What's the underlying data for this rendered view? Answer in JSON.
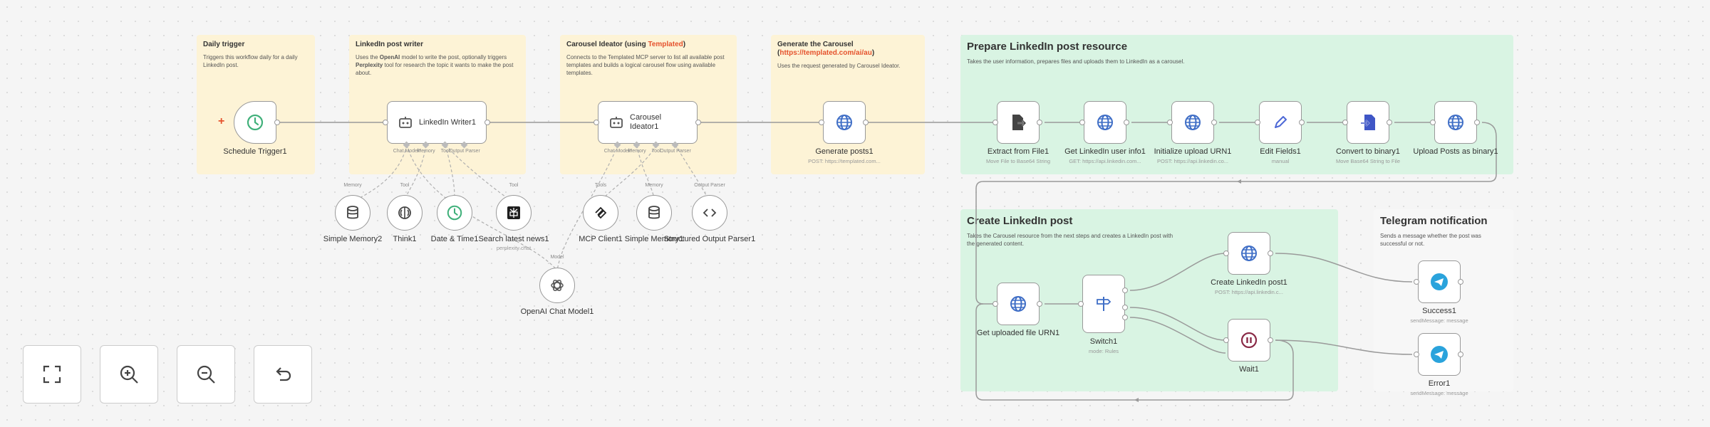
{
  "stickies": [
    {
      "id": "daily",
      "title": "Daily trigger",
      "body": "Triggers this workflow daily for a daily LinkedIn post."
    },
    {
      "id": "writer",
      "title": "LinkedIn post writer",
      "body_pre": "Uses the ",
      "body_b1": "OpenAI",
      "body_mid": " model to write the post, optionally triggers ",
      "body_b2": "Perplexity",
      "body_post": " tool for research the topic it wants to make the post about."
    },
    {
      "id": "ideator",
      "title_pre": "Carousel Ideator (using ",
      "title_link": "Templated",
      "title_post": ")",
      "body": "Connects to the Templated MCP server to list all available post templates and builds a logical carousel flow using available templates."
    },
    {
      "id": "gen",
      "title_pre": "Generate the Carousel (",
      "title_link": "https://templated.com/ai/au",
      "title_post": ")",
      "body": "Uses the request generated by Carousel Ideator."
    },
    {
      "id": "prepare",
      "title": "Prepare LinkedIn post resource",
      "body": "Takes the user information, prepares files and uploads them to LinkedIn as a carousel."
    },
    {
      "id": "create",
      "title": "Create LinkedIn post",
      "body": "Takes the Carousel resource from the next steps and creates a LinkedIn post with the generated content."
    },
    {
      "id": "telegram",
      "title": "Telegram notification",
      "body": "Sends a message whether the post was successful or not."
    }
  ],
  "nodes": {
    "schedule": {
      "label": "Schedule Trigger1",
      "icon": "clock-icon"
    },
    "writer": {
      "label": "LinkedIn Writer1",
      "icon": "robot-icon"
    },
    "ideator": {
      "label": "Carousel Ideator1",
      "icon": "robot-icon"
    },
    "generate": {
      "label": "Generate posts1",
      "sub": "POST: https://templated.com...",
      "icon": "globe-icon"
    },
    "extract": {
      "label": "Extract from File1",
      "sub": "Move File to Base64 String",
      "icon": "file-export-icon"
    },
    "userinfo": {
      "label": "Get LinkedIn user info1",
      "sub": "GET: https://api.linkedin.com...",
      "icon": "globe-icon"
    },
    "initupload": {
      "label": "Initialize upload URN1",
      "sub": "POST: https://api.linkedin.co...",
      "icon": "globe-icon"
    },
    "editfields": {
      "label": "Edit Fields1",
      "sub": "manual",
      "icon": "pencil-icon"
    },
    "tobinary": {
      "label": "Convert to binary1",
      "sub": "Move Base64 String to File",
      "icon": "file-import-icon"
    },
    "uploadposts": {
      "label": "Upload Posts as binary1",
      "icon": "globe-icon"
    },
    "geturn": {
      "label": "Get uploaded file URN1",
      "icon": "globe-icon"
    },
    "switch": {
      "label": "Switch1",
      "sub": "mode: Rules",
      "icon": "signpost-icon"
    },
    "createpost": {
      "label": "Create LinkedIn post1",
      "sub": "POST: https://api.linkedin.c...",
      "icon": "globe-icon"
    },
    "wait": {
      "label": "Wait1",
      "icon": "pause-icon"
    },
    "success": {
      "label": "Success1",
      "sub": "sendMessage: message",
      "icon": "telegram-icon"
    },
    "error": {
      "label": "Error1",
      "sub": "sendMessage: message",
      "icon": "telegram-icon"
    },
    "memory2": {
      "label": "Simple Memory2",
      "icon": "database-icon"
    },
    "think": {
      "label": "Think1",
      "icon": "brain-icon"
    },
    "datetime": {
      "label": "Date & Time1",
      "icon": "clock-icon"
    },
    "search": {
      "label": "Search latest news1",
      "sub": "perplexity chat",
      "icon": "perplexity-icon"
    },
    "openai": {
      "label": "OpenAI Chat Model1",
      "icon": "openai-icon"
    },
    "mcp": {
      "label": "MCP Client1",
      "icon": "mcp-icon"
    },
    "memory1": {
      "label": "Simple Memory1",
      "icon": "database-icon"
    },
    "parser": {
      "label": "Structured Output Parser1",
      "icon": "code-icon"
    }
  },
  "sub_ports": {
    "writer": [
      "Chat Model*",
      "Memory",
      "Tool",
      "Output Parser"
    ],
    "ideator": [
      "Chat Model*",
      "Memory",
      "Tool",
      "Output Parser"
    ]
  },
  "sub_labels": {
    "memory2": "Memory",
    "think": "Tool",
    "search": "Tool",
    "openai": "Model",
    "mcp": "Tools",
    "memory1": "Memory",
    "parser": "Output Parser"
  },
  "controls": [
    {
      "name": "fit-view-button",
      "icon": "fullscreen-icon"
    },
    {
      "name": "zoom-in-button",
      "icon": "zoom-in-icon"
    },
    {
      "name": "zoom-out-button",
      "icon": "zoom-out-icon"
    },
    {
      "name": "reset-zoom-button",
      "icon": "undo-icon"
    }
  ],
  "colors": {
    "accent": "#e5522d",
    "sticky_yellow": "#fdf3d6",
    "sticky_green": "#d9f4e3",
    "edge": "#9a9a9a"
  }
}
